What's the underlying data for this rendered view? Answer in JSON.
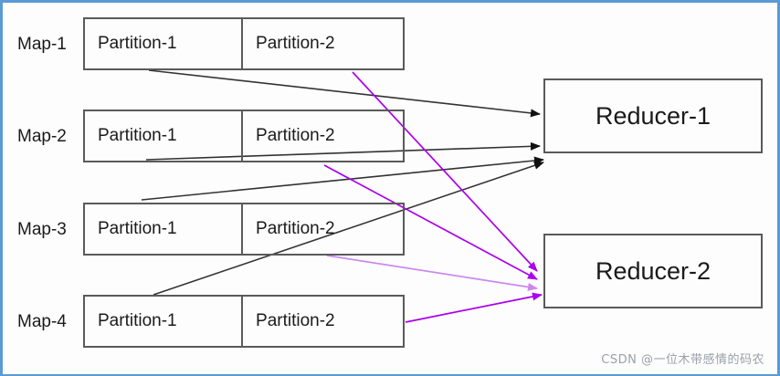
{
  "diagram": {
    "title": "MapReduce partition to reducer shuffle diagram",
    "colors": {
      "frame_border": "#5b9bd5",
      "box_border": "#5a5a5a",
      "text": "#1a1a1a",
      "edge_black": "#333333",
      "edge_purple": "#aa00ee",
      "edge_purple_light": "#cc77ee",
      "watermark": "#9aa0a6"
    },
    "mappers": [
      {
        "label": "Map-1",
        "partitions": [
          {
            "label": "Partition-1"
          },
          {
            "label": "Partition-2"
          }
        ]
      },
      {
        "label": "Map-2",
        "partitions": [
          {
            "label": "Partition-1"
          },
          {
            "label": "Partition-2"
          }
        ]
      },
      {
        "label": "Map-3",
        "partitions": [
          {
            "label": "Partition-1"
          },
          {
            "label": "Partition-2"
          }
        ]
      },
      {
        "label": "Map-4",
        "partitions": [
          {
            "label": "Partition-1"
          },
          {
            "label": "Partition-2"
          }
        ]
      }
    ],
    "reducers": [
      {
        "label": "Reducer-1"
      },
      {
        "label": "Reducer-2"
      }
    ],
    "edges": [
      {
        "from": "Map-1.Partition-1",
        "to": "Reducer-1",
        "color": "black"
      },
      {
        "from": "Map-2.Partition-1",
        "to": "Reducer-1",
        "color": "black"
      },
      {
        "from": "Map-3.Partition-1",
        "to": "Reducer-1",
        "color": "black"
      },
      {
        "from": "Map-4.Partition-1",
        "to": "Reducer-1",
        "color": "black"
      },
      {
        "from": "Map-1.Partition-2",
        "to": "Reducer-2",
        "color": "purple"
      },
      {
        "from": "Map-2.Partition-2",
        "to": "Reducer-2",
        "color": "purple"
      },
      {
        "from": "Map-3.Partition-2",
        "to": "Reducer-2",
        "color": "purple-light"
      },
      {
        "from": "Map-4.Partition-2",
        "to": "Reducer-2",
        "color": "purple"
      }
    ]
  },
  "watermark": {
    "text": "CSDN @一位木带感情的码农"
  }
}
